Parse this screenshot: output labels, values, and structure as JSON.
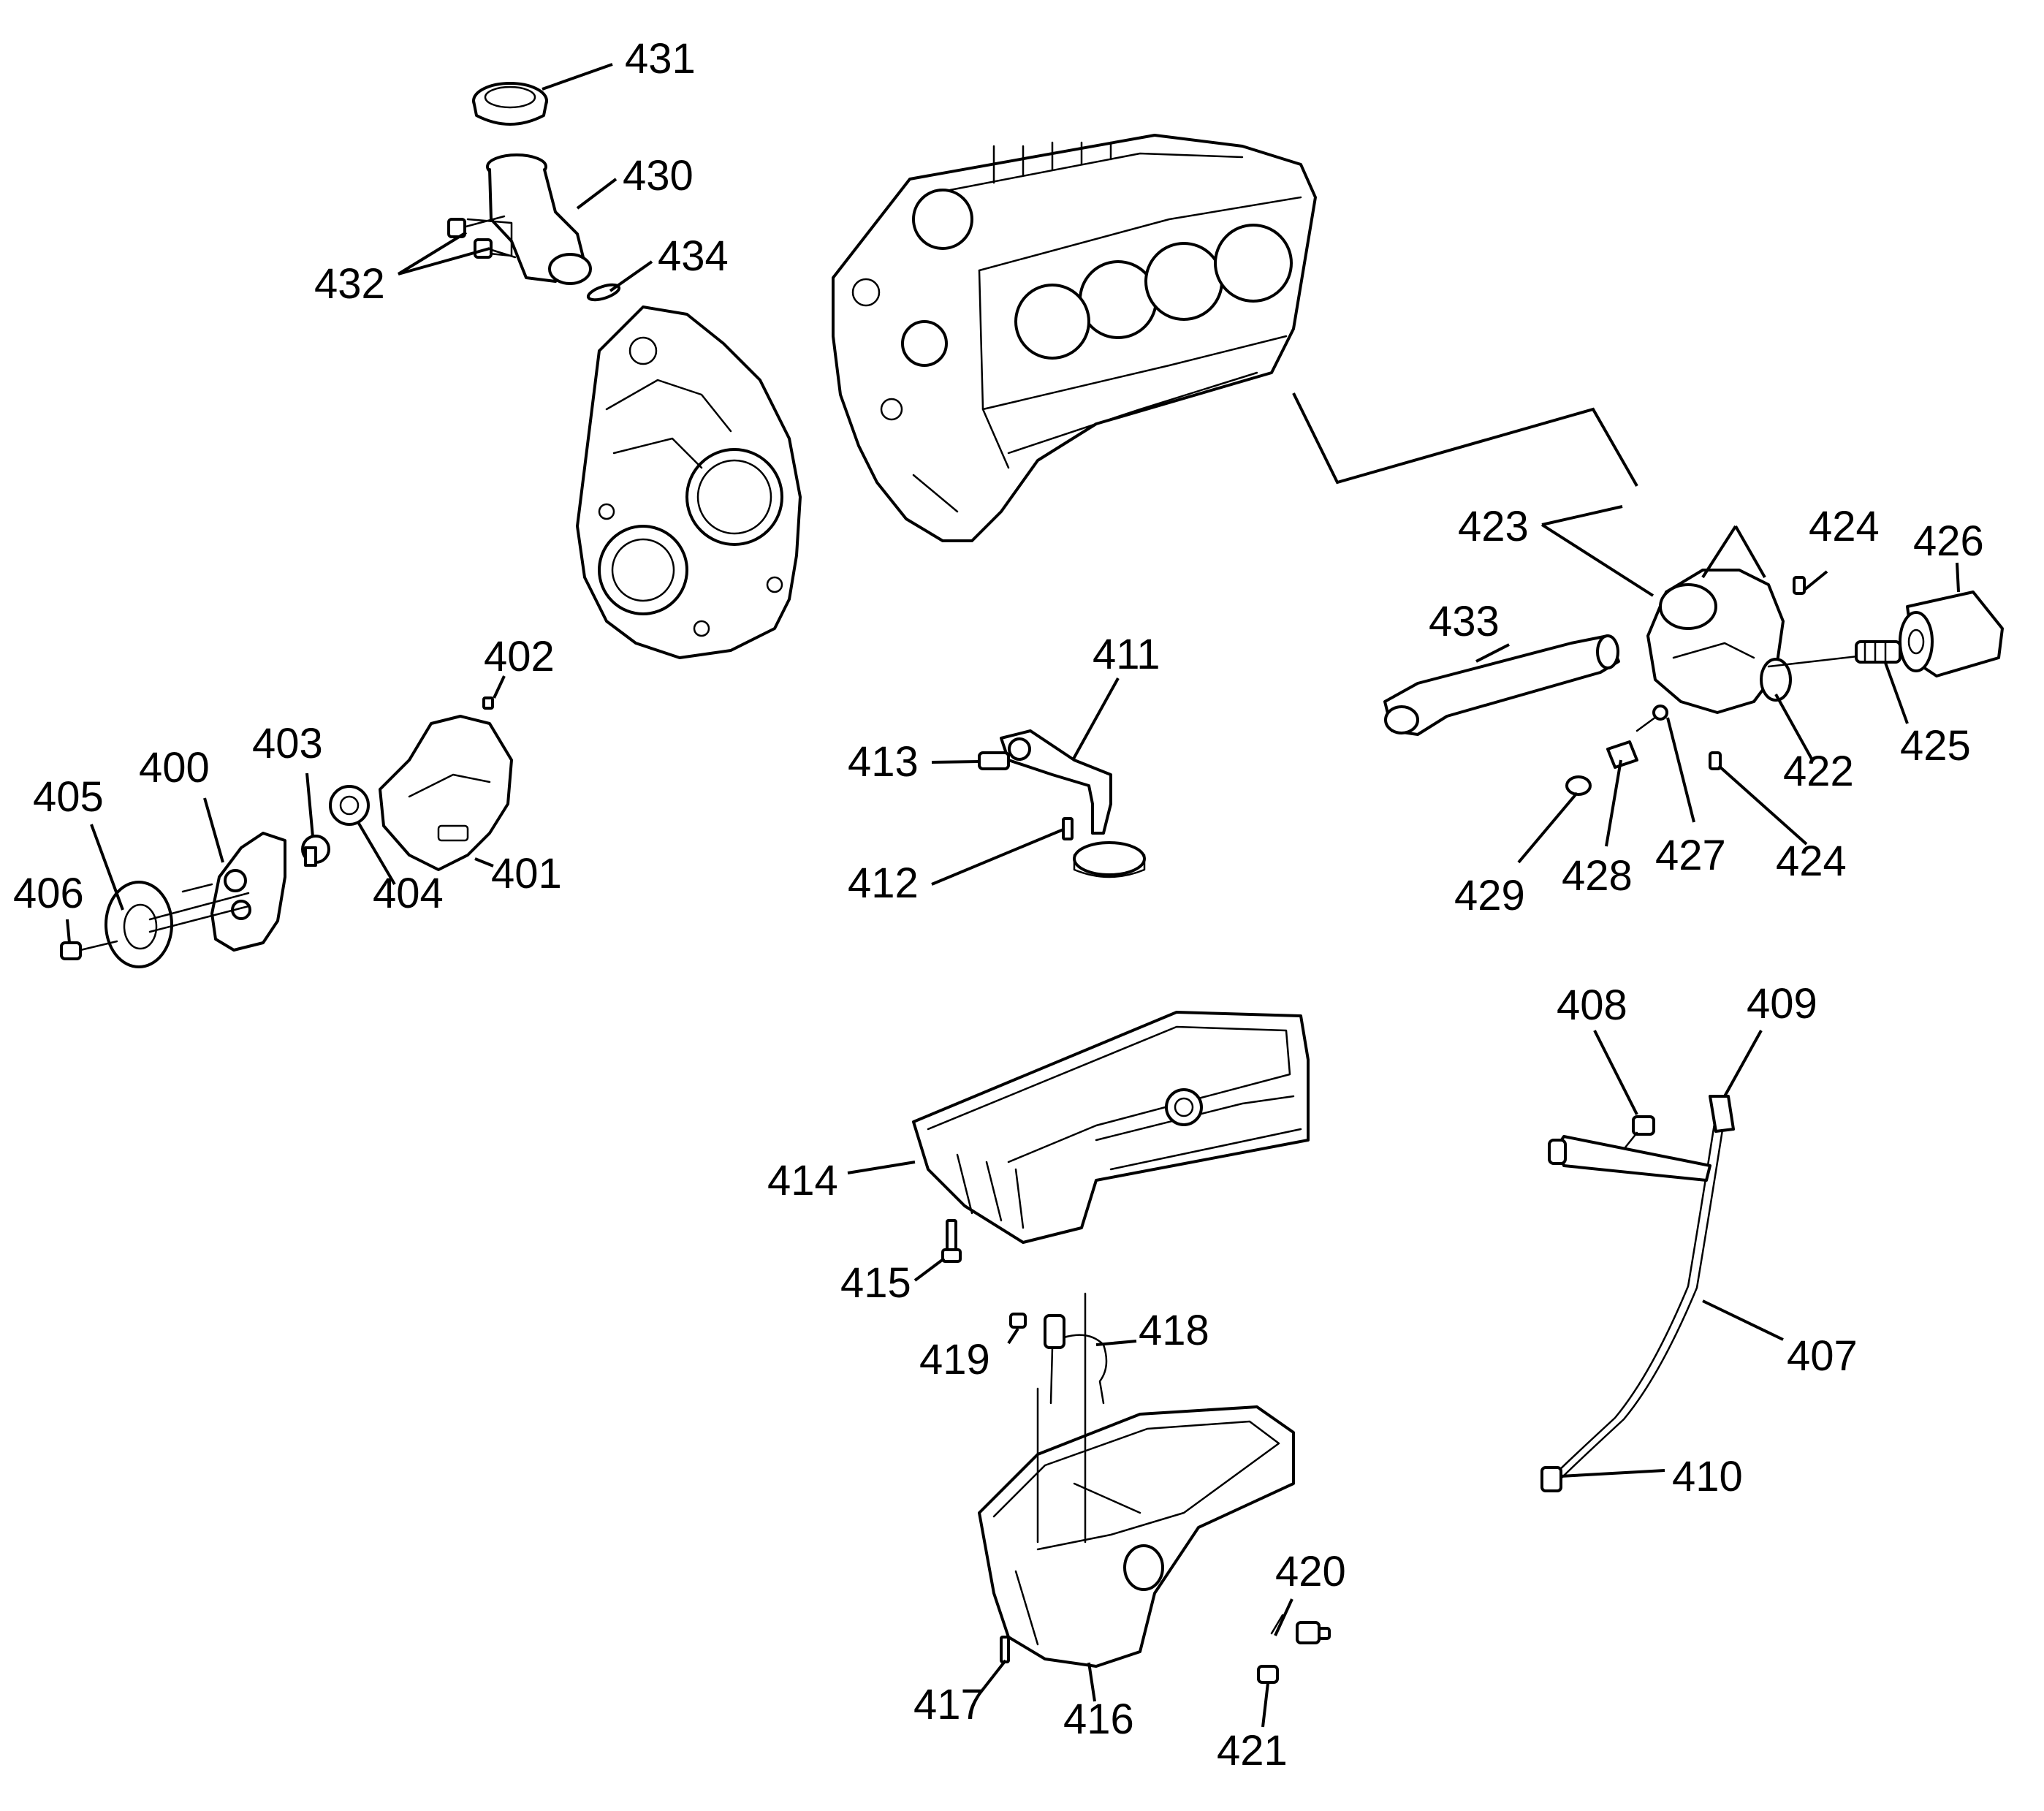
{
  "diagram": {
    "callouts": [
      {
        "id": "400",
        "label": "400"
      },
      {
        "id": "401",
        "label": "401"
      },
      {
        "id": "402",
        "label": "402"
      },
      {
        "id": "403",
        "label": "403"
      },
      {
        "id": "404",
        "label": "404"
      },
      {
        "id": "405",
        "label": "405"
      },
      {
        "id": "406",
        "label": "406"
      },
      {
        "id": "407",
        "label": "407"
      },
      {
        "id": "408",
        "label": "408"
      },
      {
        "id": "409",
        "label": "409"
      },
      {
        "id": "410",
        "label": "410"
      },
      {
        "id": "411",
        "label": "411"
      },
      {
        "id": "412",
        "label": "412"
      },
      {
        "id": "413",
        "label": "413"
      },
      {
        "id": "414",
        "label": "414"
      },
      {
        "id": "415",
        "label": "415"
      },
      {
        "id": "416",
        "label": "416"
      },
      {
        "id": "417",
        "label": "417"
      },
      {
        "id": "418",
        "label": "418"
      },
      {
        "id": "419",
        "label": "419"
      },
      {
        "id": "420",
        "label": "420"
      },
      {
        "id": "421",
        "label": "421"
      },
      {
        "id": "422",
        "label": "422"
      },
      {
        "id": "423",
        "label": "423"
      },
      {
        "id": "424a",
        "label": "424"
      },
      {
        "id": "424b",
        "label": "424"
      },
      {
        "id": "425",
        "label": "425"
      },
      {
        "id": "426",
        "label": "426"
      },
      {
        "id": "427",
        "label": "427"
      },
      {
        "id": "428",
        "label": "428"
      },
      {
        "id": "429",
        "label": "429"
      },
      {
        "id": "430",
        "label": "430"
      },
      {
        "id": "431",
        "label": "431"
      },
      {
        "id": "432",
        "label": "432"
      },
      {
        "id": "433",
        "label": "433"
      },
      {
        "id": "434",
        "label": "434"
      }
    ]
  }
}
